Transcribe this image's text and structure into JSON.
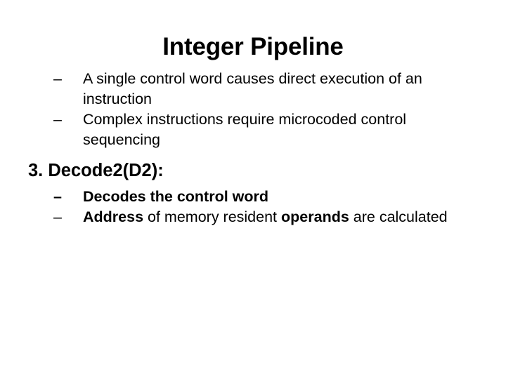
{
  "slide": {
    "title": "Integer Pipeline",
    "background_color": "#ffffff",
    "text_color": "#000000",
    "bullet_marker": "–",
    "blocks": [
      {
        "type": "bullet",
        "level": 2,
        "bold": false,
        "text": "A single control word causes direct execution of an instruction"
      },
      {
        "type": "bullet",
        "level": 2,
        "bold": false,
        "text": "Complex instructions require microcoded control sequencing"
      },
      {
        "type": "heading",
        "level": 1,
        "bold": true,
        "text": "3. Decode2(D2):"
      },
      {
        "type": "bullet",
        "level": 2,
        "bold": true,
        "text": "Decodes the control word"
      },
      {
        "type": "bullet",
        "level": 2,
        "bold": false,
        "runs": [
          {
            "text": "Address",
            "bold": true
          },
          {
            "text": " of memory resident ",
            "bold": false
          },
          {
            "text": "operands",
            "bold": true
          },
          {
            "text": " are calculated",
            "bold": false
          }
        ],
        "text": "Address of memory resident operands are calculated"
      }
    ]
  }
}
